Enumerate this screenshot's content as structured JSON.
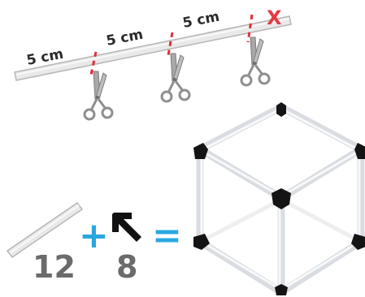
{
  "segment_labels": [
    "5 cm",
    "5 cm",
    "5 cm"
  ],
  "discard_mark": "X",
  "equation": {
    "straw_count": "12",
    "plus": "+",
    "connector_count": "8",
    "equals": "="
  },
  "colors": {
    "straw": "#e6e6e6",
    "straw_edge": "#b9b9b9",
    "cut_line": "#e0303b",
    "scissors": "#9a9a9a",
    "operator": "#29a8e0",
    "connector": "#1a1a1a",
    "count_text": "#6b6b6b"
  },
  "icons": [
    "scissors-icon",
    "scissors-icon",
    "scissors-icon",
    "connector-icon",
    "cube-icon"
  ]
}
